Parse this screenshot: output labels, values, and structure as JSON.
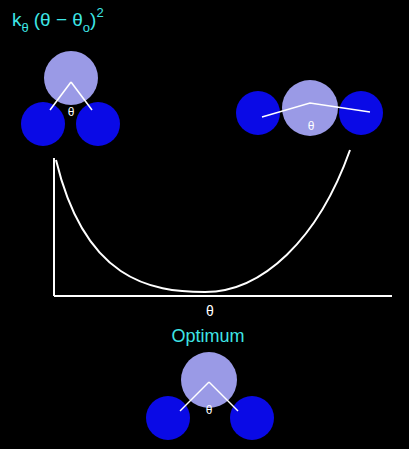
{
  "diagram": {
    "labels": [
      "k",
      "θ",
      "(θ − θ",
      "o",
      ")",
      "2",
      "θ",
      "θ",
      "θ",
      "Optimum",
      "θ"
    ]
  }
}
